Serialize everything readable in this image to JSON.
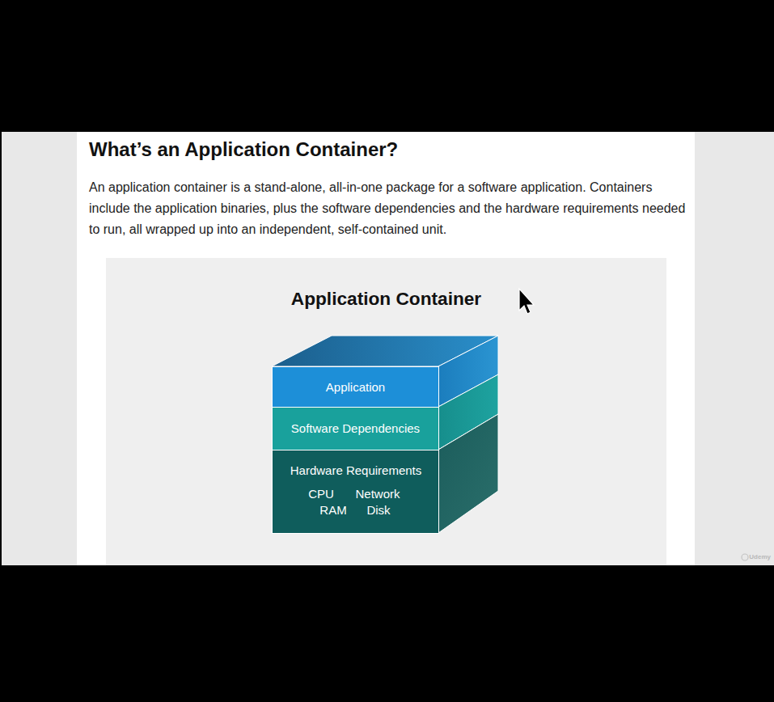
{
  "diagram": {
    "title": "What’s an Application Container?",
    "nodes": [
      {
        "text": [
          "Application Container"
        ]
      },
      {
        "text": [
          "Application"
        ],
        "in": 0
      },
      {
        "text": [
          "Software Dependencies"
        ],
        "in": 0
      },
      {
        "text": [
          "Hardware Requirements",
          "CPU",
          "Network",
          "RAM",
          "Disk"
        ],
        "in": 0
      }
    ],
    "labels": [
      "An application container is a stand-alone, all-in-one package for a software application. Containers include the application binaries, plus the software dependencies and the hardware requirements needed to run, all wrapped up into an independent, self-contained unit.",
      "Udemy"
    ]
  }
}
